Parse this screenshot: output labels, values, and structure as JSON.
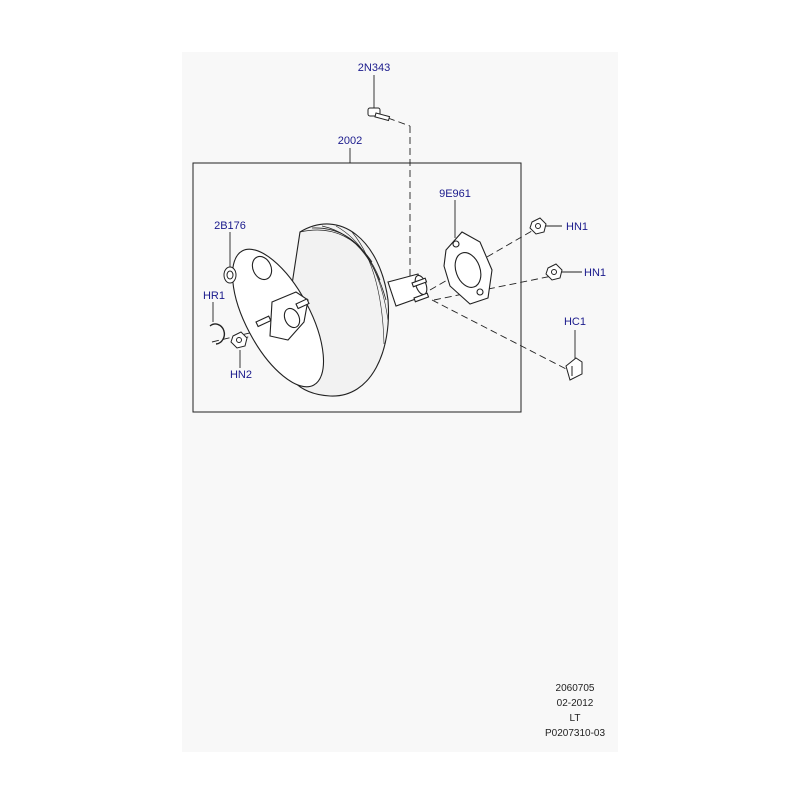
{
  "colors": {
    "callout": "#1a1a8c",
    "line": "#222222",
    "sheet": "#f8f8f8"
  },
  "callouts": {
    "n2n343": "2N343",
    "n2002": "2002",
    "n9e961": "9E961",
    "n2b176": "2B176",
    "hn1_top": "HN1",
    "hn1_bottom": "HN1",
    "hr1": "HR1",
    "hc1": "HC1",
    "hn2": "HN2"
  },
  "footer": {
    "line1": "2060705",
    "line2": "02-2012",
    "line3": "LT",
    "line4": "P0207310-03"
  }
}
